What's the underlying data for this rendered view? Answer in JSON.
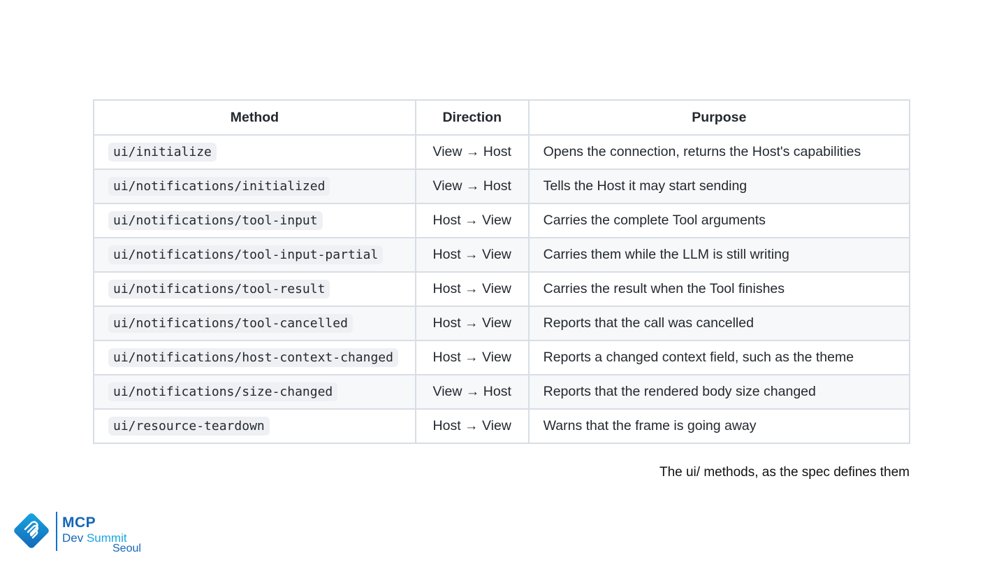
{
  "table": {
    "headers": {
      "method": "Method",
      "direction": "Direction",
      "purpose": "Purpose"
    },
    "rows": [
      {
        "method": "ui/initialize",
        "direction": "View → Host",
        "purpose": "Opens the connection, returns the Host's capabilities"
      },
      {
        "method": "ui/notifications/initialized",
        "direction": "View → Host",
        "purpose": "Tells the Host it may start sending"
      },
      {
        "method": "ui/notifications/tool-input",
        "direction": "Host → View",
        "purpose": "Carries the complete Tool arguments"
      },
      {
        "method": "ui/notifications/tool-input-partial",
        "direction": "Host → View",
        "purpose": "Carries them while the LLM is still writing"
      },
      {
        "method": "ui/notifications/tool-result",
        "direction": "Host → View",
        "purpose": "Carries the result when the Tool finishes"
      },
      {
        "method": "ui/notifications/tool-cancelled",
        "direction": "Host → View",
        "purpose": "Reports that the call was cancelled"
      },
      {
        "method": "ui/notifications/host-context-changed",
        "direction": "Host → View",
        "purpose": "Reports a changed context field, such as the theme"
      },
      {
        "method": "ui/notifications/size-changed",
        "direction": "View → Host",
        "purpose": "Reports that the rendered body size changed"
      },
      {
        "method": "ui/resource-teardown",
        "direction": "Host → View",
        "purpose": "Warns that the frame is going away"
      }
    ]
  },
  "caption": "The ui/ methods, as the spec defines them",
  "logo": {
    "icon": "mcp-logo-icon",
    "line1": "MCP",
    "line2_a": "Dev",
    "line2_b": "Summit",
    "line3": "Seoul"
  },
  "colors": {
    "border": "#d8dee4",
    "stripe": "#f6f8fa",
    "code_bg": "#eef0f3",
    "text": "#24292f",
    "brand_dark": "#1466b8",
    "brand_light": "#19a7e0"
  }
}
